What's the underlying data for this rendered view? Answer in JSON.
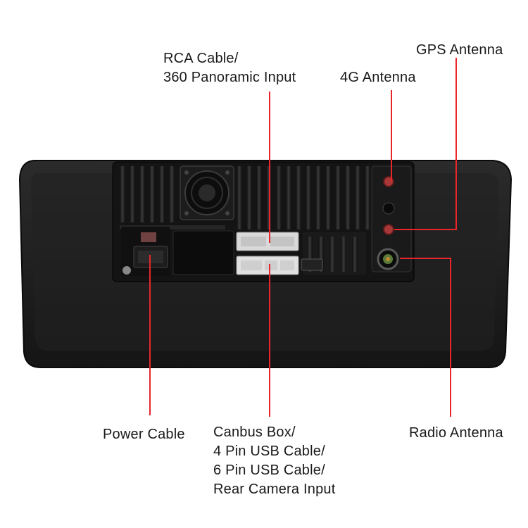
{
  "labels": {
    "rca": "RCA Cable/\n360 Panoramic Input",
    "antenna_4g": "4G Antenna",
    "gps": "GPS Antenna",
    "power": "Power Cable",
    "canbus": "Canbus Box/\n4 Pin USB Cable/\n6 Pin USB Cable/\nRear Camera Input",
    "radio": "Radio Antenna"
  },
  "colors": {
    "callout_line": "#e8262b",
    "housing": "#1e1e1e",
    "background": "#ffffff"
  }
}
